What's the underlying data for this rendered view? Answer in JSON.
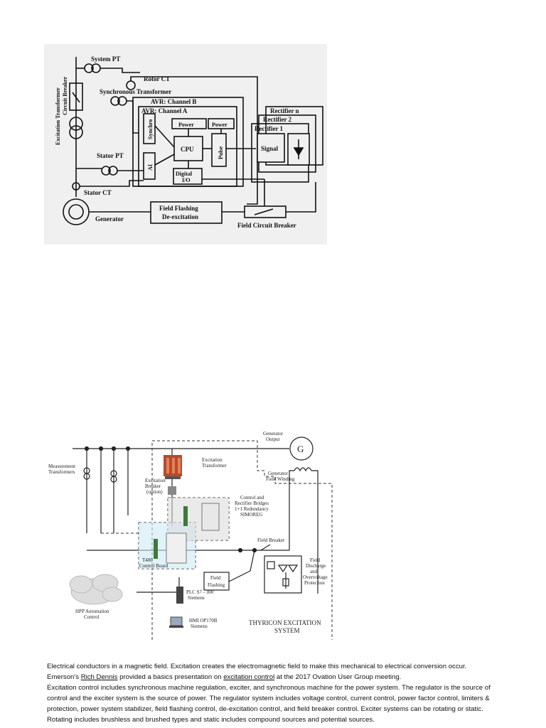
{
  "figure1": {
    "labels": {
      "system_pt": "System PT",
      "rotor_ct": "Rotor CT",
      "circuit_breaker": "Circuit Breaker",
      "synchronous_transformer": "Synchronous Transformer",
      "avr_b": "AVR: Channel B",
      "avr_a": "AVR: Channel A",
      "excitation_transformer": "Excitation Transformer",
      "synchro": "Synchro",
      "power1": "Power",
      "power2": "Power",
      "cpu": "CPU",
      "pulse": "Pulse",
      "ai": "AI",
      "digital_io_1": "Digital",
      "digital_io_2": "I/O",
      "stator_pt": "Stator PT",
      "stator_ct": "Stator CT",
      "rectifier_n": "Rectifier n",
      "rectifier_2": "Rectifier 2",
      "rectifier_1": "Rectifier 1",
      "signal": "Signal",
      "generator": "Generator",
      "field_flashing_1": "Field Flashing",
      "field_flashing_2": "De-excitation",
      "field_circuit_breaker": "Field Circuit Breaker"
    }
  },
  "figure2": {
    "labels": {
      "generator_output_1": "Generator",
      "generator_output_2": "Output",
      "generator_symbol": "G",
      "excitation_transformer_1": "Excitation",
      "excitation_transformer_2": "Transformer",
      "generator_field_winding_1": "Generator",
      "generator_field_winding_2": "Field Winding",
      "measurement_transformers_1": "Measurement",
      "measurement_transformers_2": "Transformers",
      "excitation_breaker_1": "Excitation",
      "excitation_breaker_2": "Breaker",
      "excitation_breaker_3": "(option)",
      "control_rectifier_1": "Control and",
      "control_rectifier_2": "Rectifier Bridges",
      "control_rectifier_3": "1+1 Redundancy",
      "control_rectifier_4": "SIMOREG",
      "field_breaker": "Field Breaker",
      "t400_1": "T400",
      "t400_2": "Control Board",
      "field_flashing_1": "Field",
      "field_flashing_2": "Flashing",
      "field_discharge_1": "Field",
      "field_discharge_2": "Discharge",
      "field_discharge_3": "and",
      "field_discharge_4": "Overvoltage",
      "field_discharge_5": "Protection",
      "hpp_1": "HPP Automation",
      "hpp_2": "Control",
      "plc_1": "PLC S7 - 300",
      "plc_2": "Siemens",
      "hmi_1": "HMI OP170B",
      "hmi_2": "Siemens",
      "thyricon_1": "THYRICON EXCITATION",
      "thyricon_2": "SYSTEM"
    }
  },
  "caption": {
    "p1": "Electrical conductors in a magnetic field. Excitation creates the electromagnetic field to make this mechanical to electrical conversion occur.",
    "p2_a": "Emerson's ",
    "p2_link1": "Rich Dennis",
    "p2_b": " provided a basics presentation on ",
    "p2_link2": "excitation control",
    "p2_c": " at the 2017 Ovation User Group meeting.",
    "p3": "Excitation control includes synchronous machine regulation, exciter, and synchronous machine for the power system. The regulator is the source of control and the exciter system is the source of power. The regulator system includes voltage control, current control, power factor control, limiters & protection, power system stabilizer, field flashing control, de-excitation control, and field breaker control. Exciter systems can be rotating or static. Rotating includes brushless and brushed types and static includes compound sources and potential sources."
  }
}
